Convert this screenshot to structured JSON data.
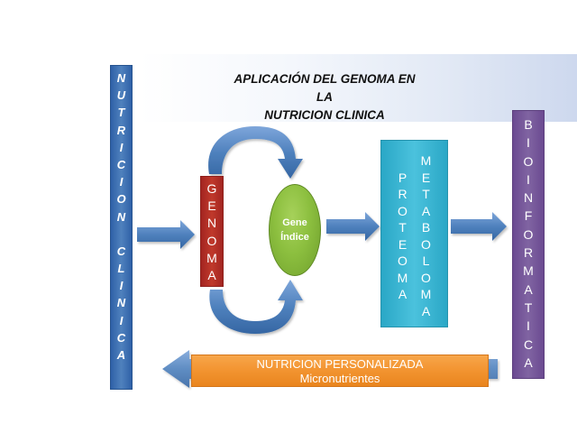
{
  "title": {
    "line1": "APLICACIÓN DEL GENOMA EN LA",
    "line2": "NUTRICION CLINICA"
  },
  "nutricion_clinica": {
    "letters": [
      "N",
      "U",
      "T",
      "R",
      "I",
      "C",
      "I",
      "O",
      "N",
      "",
      "C",
      "L",
      "I",
      "N",
      "I",
      "C",
      "A"
    ],
    "color": "#4f81bd"
  },
  "genoma": {
    "letters": [
      "G",
      "E",
      "N",
      "O",
      "M",
      "A"
    ],
    "color": "#c0392b"
  },
  "gene_indice": {
    "line1": "Gene",
    "line2": "Índice",
    "color": "#8cbf3f"
  },
  "proteoma_metaboloma": {
    "proteoma_letters": [
      "P",
      "R",
      "O",
      "T",
      "E",
      "O",
      "M",
      "A"
    ],
    "metaboloma_letters": [
      "M",
      "E",
      "T",
      "A",
      "B",
      "O",
      "L",
      "O",
      "M",
      "A"
    ],
    "color": "#4bc2dd"
  },
  "bioinformatica": {
    "letters": [
      "B",
      "I",
      "O",
      "I",
      "N",
      "F",
      "O",
      "R",
      "M",
      "A",
      "T",
      "I",
      "C",
      "A"
    ],
    "color": "#8064a2"
  },
  "nutricion_personalizada": {
    "line1": "NUTRICION PERSONALIZADA",
    "line2": "Micronutrientes",
    "color": "#f39532"
  },
  "arrow_color": "#4f81bd"
}
